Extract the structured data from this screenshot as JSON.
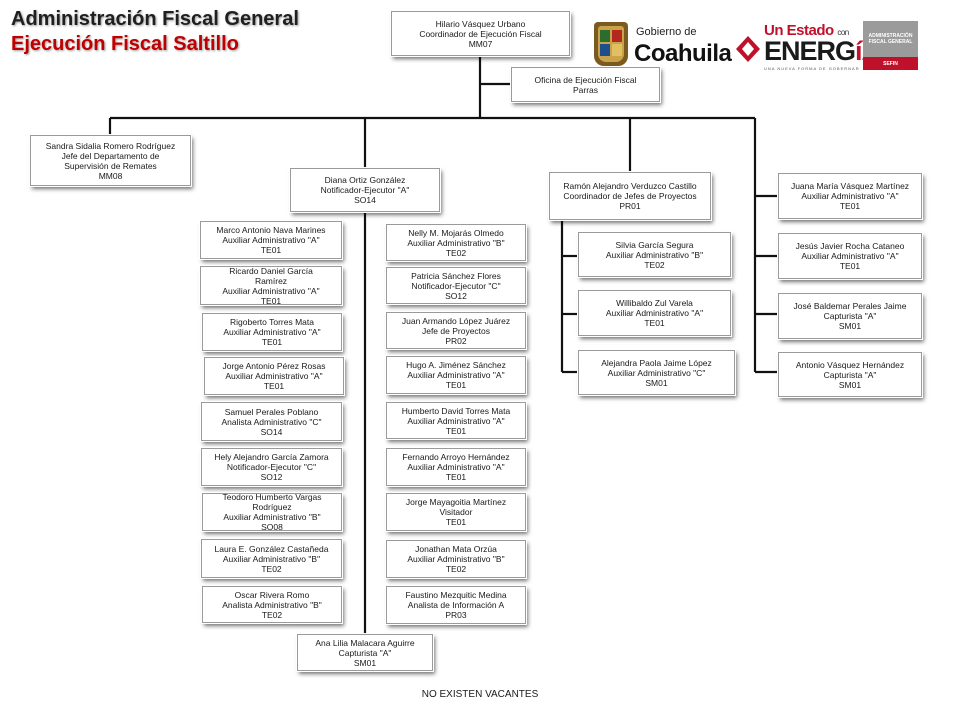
{
  "header": {
    "title": "Administración Fiscal General",
    "subtitle": "Ejecución Fiscal Saltillo"
  },
  "logos": {
    "coahuila": {
      "line1": "Gobierno de",
      "line2": "Coahuila"
    },
    "energia": {
      "line1": "Un Estado",
      "line1_small": "con",
      "line2_a": "ENERG",
      "line2_b": "íA",
      "tagline": "UNA NUEVA FORMA DE GOBERNAR"
    },
    "afg": {
      "line1": "ADMINISTRACIÓN",
      "line2": "FISCAL GENERAL",
      "bottom": "SEFIN"
    },
    "colors": {
      "red": "#c0112b",
      "gold": "#c9a24a",
      "brown": "#7a5a1e"
    }
  },
  "footer": "NO EXISTEN VACANTES",
  "nodes": {
    "head": [
      "Hilario Vásquez Urbano",
      "Coordinador de Ejecución Fiscal",
      "MM07"
    ],
    "parras": [
      "Oficina de Ejecución Fiscal",
      "Parras"
    ],
    "sandra": [
      "Sandra Sidalia Romero Rodríguez",
      "Jefe del Departamento de",
      "Supervisión de Remates",
      "MM08"
    ],
    "diana": [
      "Diana Ortiz González",
      "Notificador-Ejecutor \"A\"",
      "SO14"
    ],
    "ramon": [
      "Ramón Alejandro Verduzco Castillo",
      "Coordinador de Jefes de Proyectos",
      "PR01"
    ],
    "juana": [
      "Juana María Vásquez Martínez",
      "Auxiliar Administrativo \"A\"",
      "TE01"
    ],
    "jesus": [
      "Jesús Javier Rocha Cataneo",
      "Auxiliar Administrativo \"A\"",
      "TE01"
    ],
    "jose": [
      "José Baldemar Perales Jaime",
      "Capturista \"A\"",
      "SM01"
    ],
    "antonio": [
      "Antonio Vásquez Hernández",
      "Capturista \"A\"",
      "SM01"
    ],
    "silvia": [
      "Silvia García Segura",
      "Auxiliar Administrativo \"B\"",
      "TE02"
    ],
    "willibaldo": [
      "Willibaldo Zul Varela",
      "Auxiliar Administrativo \"A\"",
      "TE01"
    ],
    "alejandra": [
      "Alejandra Paola Jaime López",
      "Auxiliar Administrativo \"C\"",
      "SM01"
    ],
    "marco": [
      "Marco Antonio Nava Marines",
      "Auxiliar Administrativo \"A\"",
      "TE01"
    ],
    "ricardo": [
      "Ricardo Daniel García",
      "Ramírez",
      "Auxiliar Administrativo \"A\"",
      "TE01"
    ],
    "rigoberto": [
      "Rigoberto Torres Mata",
      "Auxiliar Administrativo \"A\"",
      "TE01"
    ],
    "jorgeP": [
      "Jorge Antonio Pérez Rosas",
      "Auxiliar Administrativo \"A\"",
      "TE01"
    ],
    "samuel": [
      "Samuel Perales Poblano",
      "Analista Administrativo \"C\"",
      "SO14"
    ],
    "hely": [
      "Hely Alejandro García Zamora",
      "Notificador-Ejecutor \"C\"",
      "SO12"
    ],
    "teodoro": [
      "Teodoro Humberto Vargas",
      "Rodríguez",
      "Auxiliar Administrativo \"B\"",
      "SO08"
    ],
    "laura": [
      "Laura E. González Castañeda",
      "Auxiliar Administrativo \"B\"",
      "TE02"
    ],
    "oscar": [
      "Oscar Rivera Romo",
      "Analista Administrativo \"B\"",
      "TE02"
    ],
    "nelly": [
      "Nelly M. Mojarás Olmedo",
      "Auxiliar Administrativo \"B\"",
      "TE02"
    ],
    "patricia": [
      "Patricia Sánchez Flores",
      "Notificador-Ejecutor \"C\"",
      "SO12"
    ],
    "juan": [
      "Juan Armando López Juárez",
      "Jefe de Proyectos",
      "PR02"
    ],
    "hugo": [
      "Hugo A. Jiménez Sánchez",
      "Auxiliar Administrativo \"A\"",
      "TE01"
    ],
    "humberto": [
      "Humberto David Torres Mata",
      "Auxiliar Administrativo \"A\"",
      "TE01"
    ],
    "fernando": [
      "Fernando Arroyo Hernández",
      "Auxiliar Administrativo \"A\"",
      "TE01"
    ],
    "jorgeM": [
      "Jorge Mayagoitia Martínez",
      "Visitador",
      "TE01"
    ],
    "jonathan": [
      "Jonathan Mata Orzúa",
      "Auxiliar Administrativo \"B\"",
      "TE02"
    ],
    "faustino": [
      "Faustino Mezquitic Medina",
      "Analista de Información A",
      "PR03"
    ],
    "ana": [
      "Ana Lilia Malacara Aguirre",
      "Capturista \"A\"",
      "SM01"
    ]
  }
}
